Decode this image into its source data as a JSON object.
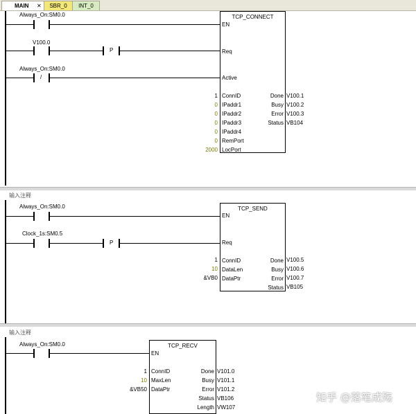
{
  "tabs": [
    {
      "label": "MAIN",
      "close": "✕"
    },
    {
      "label": "SBR_0"
    },
    {
      "label": "INT_0"
    }
  ],
  "networks": [
    {
      "comment": "",
      "contacts": [
        {
          "tag": "Always_On:SM0.0",
          "type": "NO",
          "sym": ""
        },
        {
          "tag": "V100.0",
          "type": "NO",
          "sym": ""
        },
        {
          "tag": "",
          "type": "P",
          "sym": "P"
        },
        {
          "tag": "Always_On:SM0.0",
          "type": "NC",
          "sym": "/"
        }
      ],
      "box": {
        "title": "TCP_CONNECT",
        "inputs": [
          "EN",
          "Req",
          "Active",
          "ConnID",
          "IPaddr1",
          "IPaddr2",
          "IPaddr3",
          "IPaddr4",
          "RemPort",
          "LocPort"
        ],
        "input_values": [
          "",
          "",
          "",
          "1",
          "0",
          "0",
          "0",
          "0",
          "0",
          "2000"
        ],
        "outputs": [
          "Done",
          "Busy",
          "Error",
          "Status"
        ],
        "output_values": [
          "V100.1",
          "V100.2",
          "V100.3",
          "VB104"
        ]
      }
    },
    {
      "comment": "输入注释",
      "contacts": [
        {
          "tag": "Always_On:SM0.0",
          "type": "NO",
          "sym": ""
        },
        {
          "tag": "Clock_1s:SM0.5",
          "type": "NO",
          "sym": ""
        },
        {
          "tag": "",
          "type": "P",
          "sym": "P"
        }
      ],
      "box": {
        "title": "TCP_SEND",
        "inputs": [
          "EN",
          "Req",
          "ConnID",
          "DataLen",
          "DataPtr"
        ],
        "input_values": [
          "",
          "",
          "1",
          "10",
          "&VB0"
        ],
        "outputs": [
          "Done",
          "Busy",
          "Error",
          "Status"
        ],
        "output_values": [
          "V100.5",
          "V100.6",
          "V100.7",
          "VB105"
        ]
      }
    },
    {
      "comment": "输入注释",
      "contacts": [
        {
          "tag": "Always_On:SM0.0",
          "type": "NO",
          "sym": ""
        }
      ],
      "box": {
        "title": "TCP_RECV",
        "inputs": [
          "EN",
          "ConnID",
          "MaxLen",
          "DataPtr"
        ],
        "input_values": [
          "",
          "1",
          "10",
          "&VB50"
        ],
        "outputs": [
          "Done",
          "Busy",
          "Error",
          "Status",
          "Length"
        ],
        "output_values": [
          "V101.0",
          "V101.1",
          "V101.2",
          "VB106",
          "VW107"
        ]
      }
    }
  ],
  "watermark": "知乎 @落笔成殇"
}
